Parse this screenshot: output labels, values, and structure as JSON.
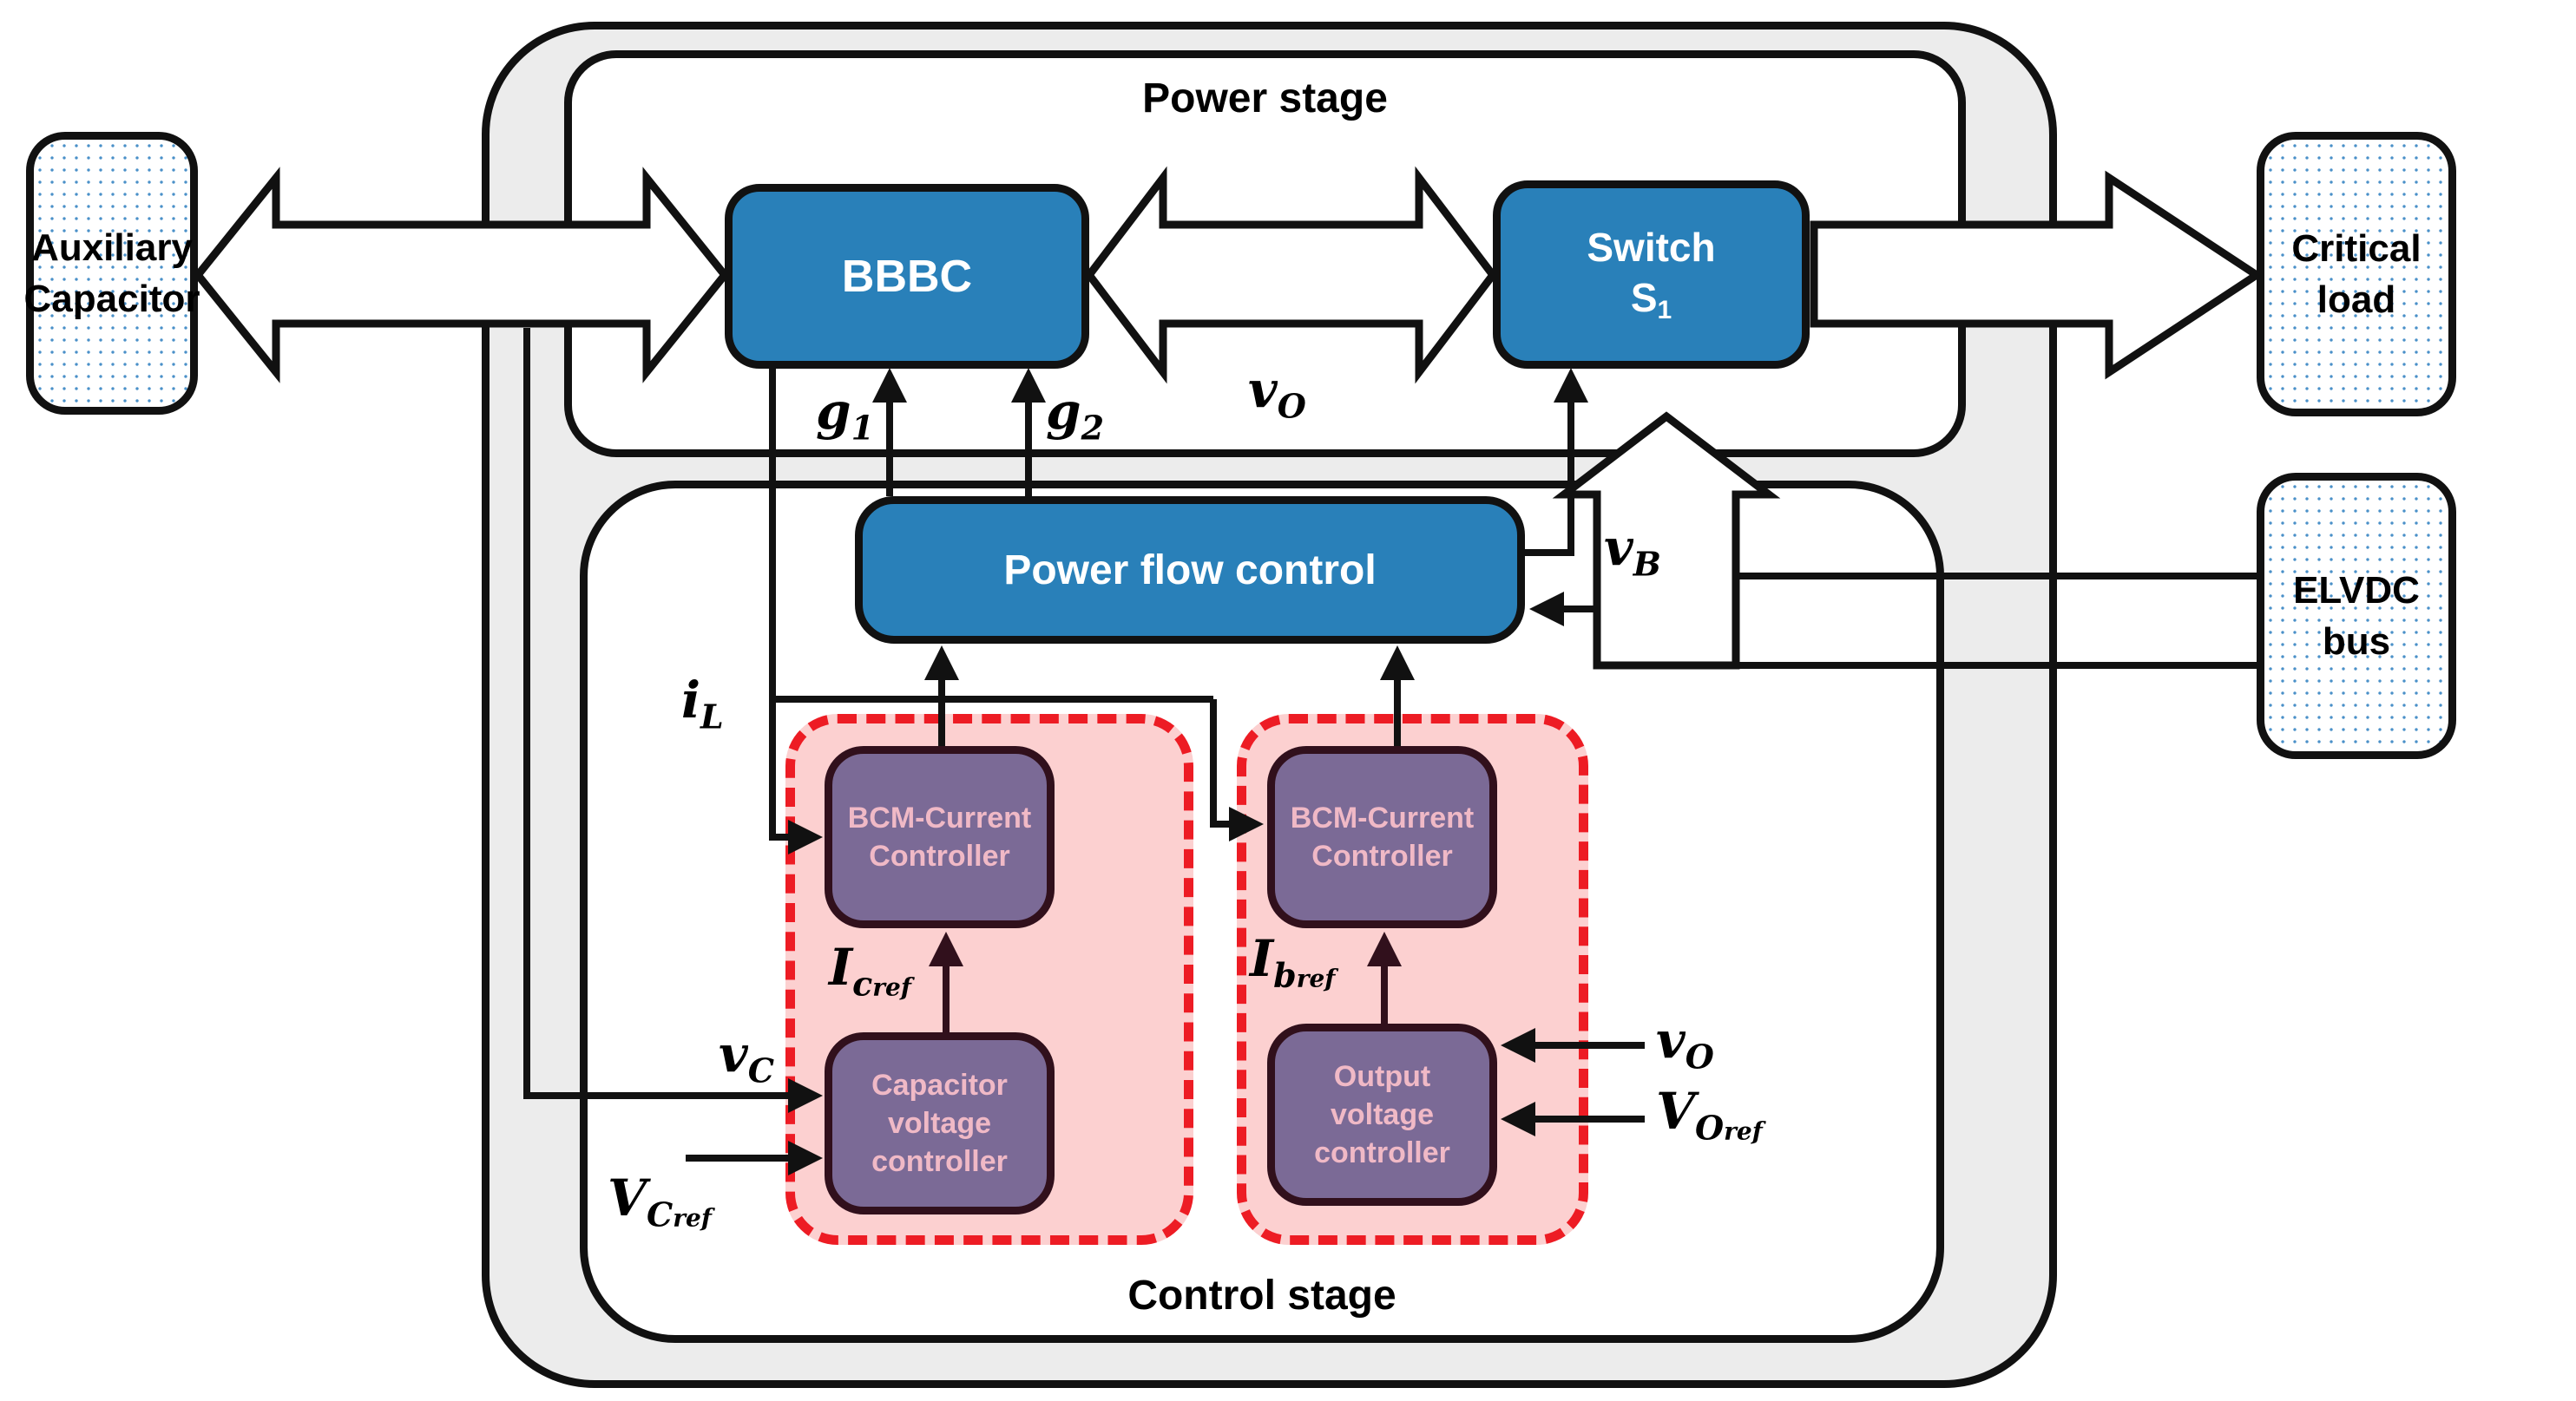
{
  "stages": {
    "power": "Power stage",
    "control": "Control stage"
  },
  "external": {
    "aux": {
      "line1": "Auxiliary",
      "line2": "Capacitor"
    },
    "critical": {
      "line1": "Critical",
      "line2": "load"
    },
    "elvdc": {
      "line1": "ELVDC",
      "line2": "bus"
    }
  },
  "blocks": {
    "bbbc": {
      "label": "BBBC"
    },
    "switch": {
      "line1": "Switch",
      "base": "S",
      "sub": "1"
    },
    "pfc": {
      "label": "Power flow control"
    },
    "bcm1": {
      "line1": "BCM-Current",
      "line2": "Controller"
    },
    "bcm2": {
      "line1": "BCM-Current",
      "line2": "Controller"
    },
    "cvc": {
      "line1": "Capacitor",
      "line2": "voltage",
      "line3": "controller"
    },
    "ovc": {
      "line1": "Output",
      "line2": "voltage",
      "line3": "controller"
    }
  },
  "signals": {
    "g1": {
      "base": "g",
      "sub": "1"
    },
    "g2": {
      "base": "g",
      "sub": "2"
    },
    "vo_power": {
      "base": "v",
      "sub": "O"
    },
    "vb": {
      "base": "v",
      "sub": "B"
    },
    "il": {
      "base": "i",
      "sub": "L"
    },
    "vc": {
      "base": "v",
      "sub": "C"
    },
    "vcref": {
      "base": "V",
      "sub": "C",
      "subsub": "ref"
    },
    "icref": {
      "base": "I",
      "sub": "c",
      "subsub": "ref"
    },
    "ibref": {
      "base": "I",
      "sub": "b",
      "subsub": "ref"
    },
    "vo_in": {
      "base": "v",
      "sub": "O"
    },
    "voref": {
      "base": "V",
      "sub": "O",
      "subsub": "ref"
    }
  },
  "colors": {
    "block_blue": "#2980b9",
    "controller_purple": "#7b6a96",
    "group_pink": "#fcd0d0",
    "group_dash_red": "#ed1c24",
    "ring_gray": "#ececec",
    "dot_blue": "#4a90c8"
  }
}
